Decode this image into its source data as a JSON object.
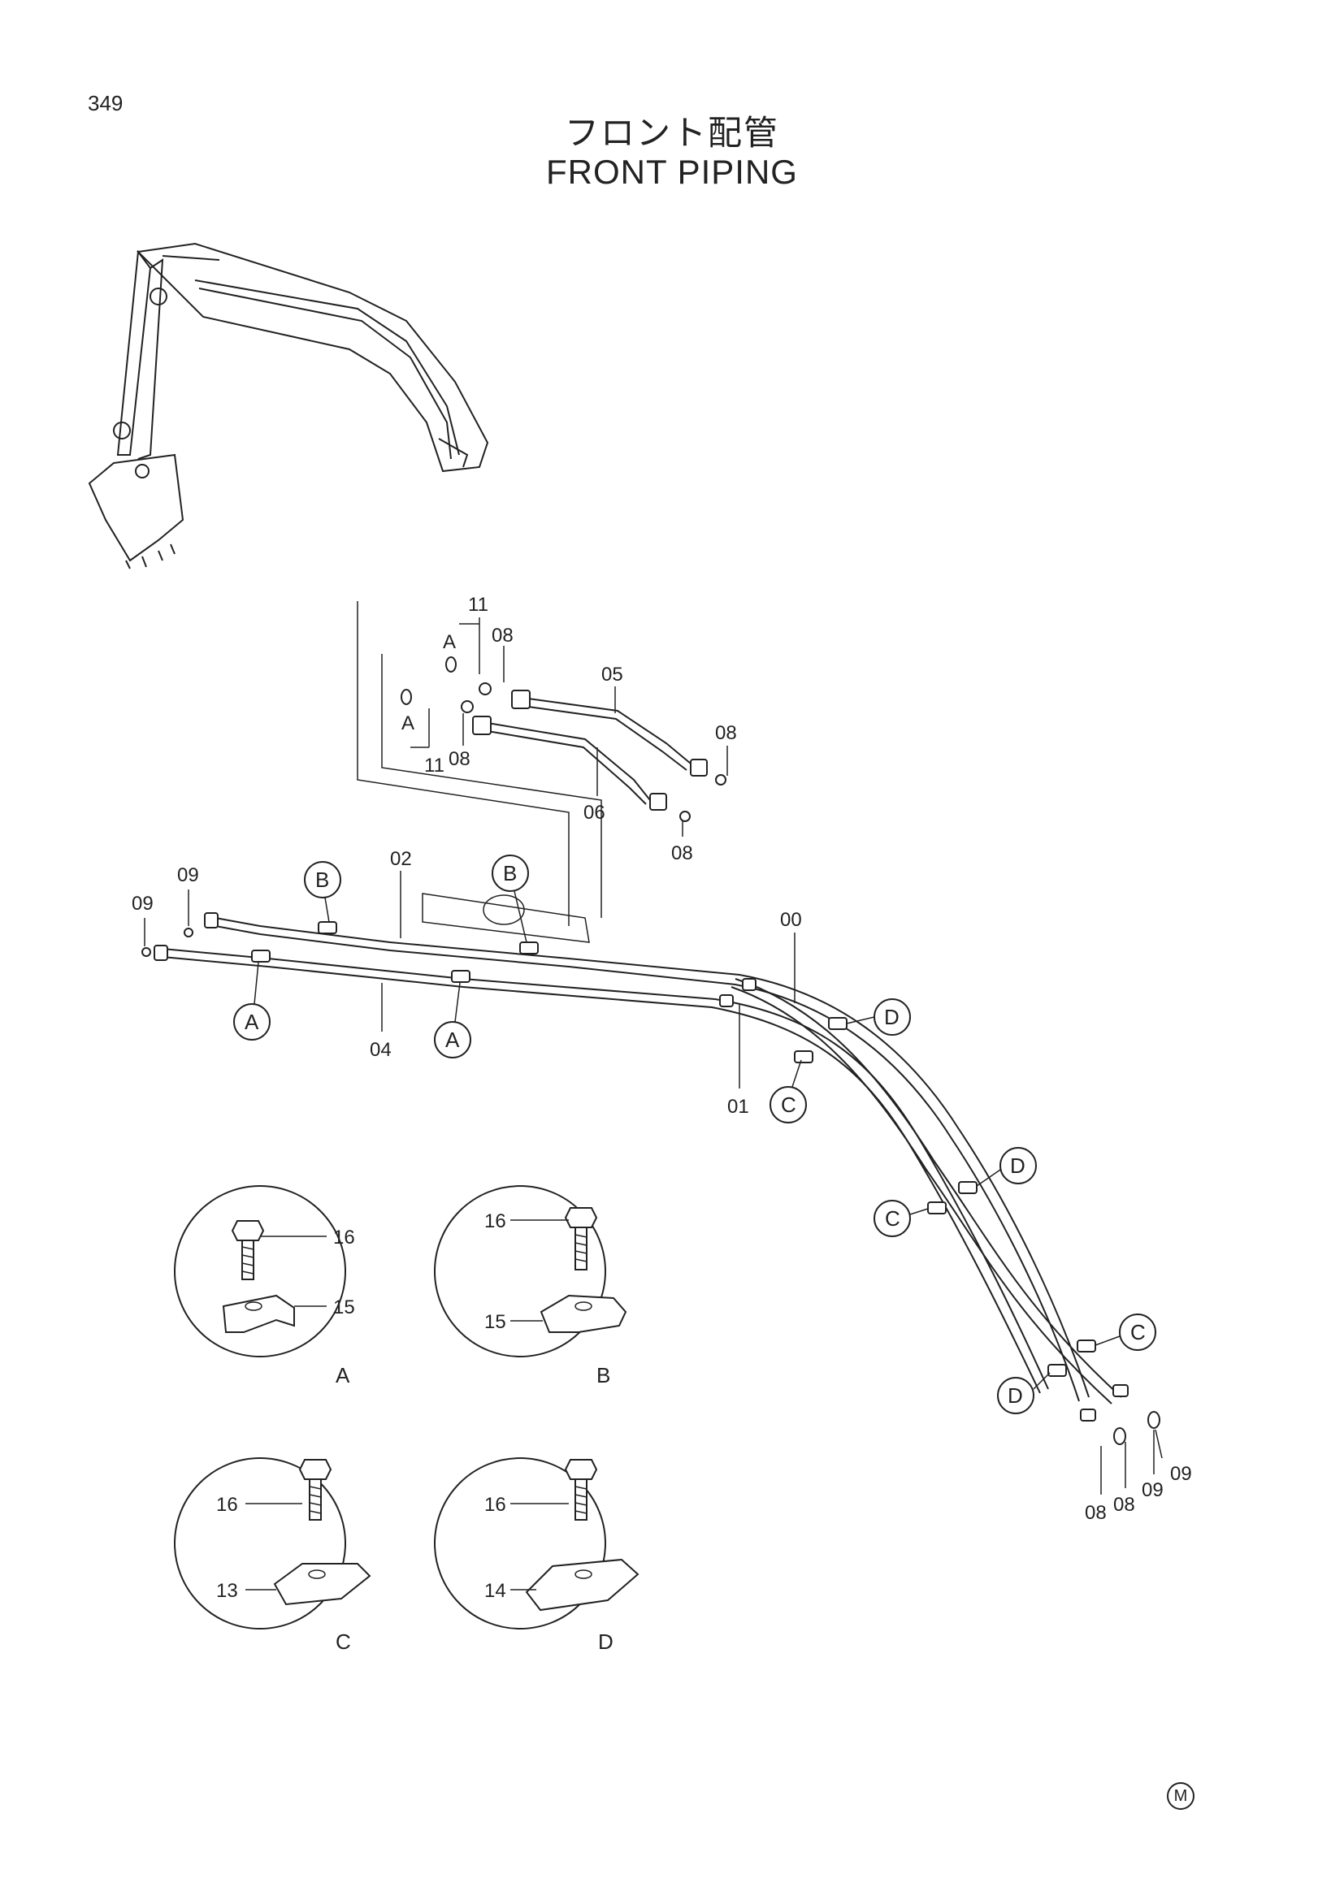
{
  "page_number": "349",
  "title_jp": "フロント配管",
  "title_en": "FRONT PIPING",
  "callouts": {
    "c00": "00",
    "c01": "01",
    "c02": "02",
    "c04": "04",
    "c05": "05",
    "c06": "06",
    "c08": "08",
    "c09": "09",
    "c11": "11",
    "c13": "13",
    "c14": "14",
    "c15": "15",
    "c16": "16"
  },
  "view_letters": {
    "a": "A",
    "b": "B",
    "c": "C",
    "d": "D"
  },
  "footer_mark": "M"
}
